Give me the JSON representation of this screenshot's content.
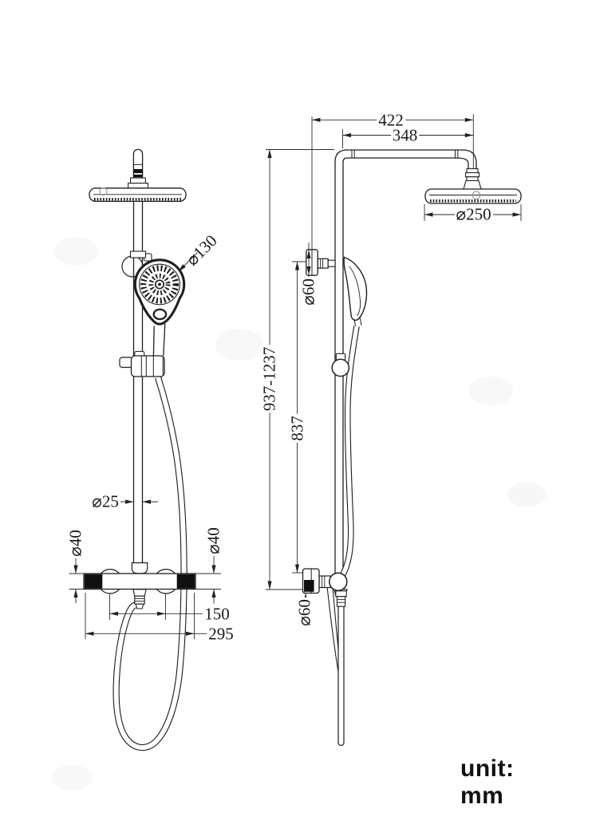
{
  "drawing": {
    "labels": {
      "dim_422": "422",
      "dim_348": "348",
      "dia_250": "⌀250",
      "dia_130": "⌀130",
      "height_range": "937-1237",
      "dim_837": "837",
      "dia_60_top": "⌀60",
      "dia_60_bottom": "⌀60",
      "dia_25": "⌀25",
      "dia_40_left": "⌀40",
      "dia_40_right": "⌀40",
      "dim_150": "150",
      "dim_295": "295"
    },
    "footer": {
      "unit_label": "unit: mm"
    },
    "colors": {
      "line": "#1f1f1f",
      "black_fill": "#101010",
      "background": "#ffffff"
    }
  }
}
